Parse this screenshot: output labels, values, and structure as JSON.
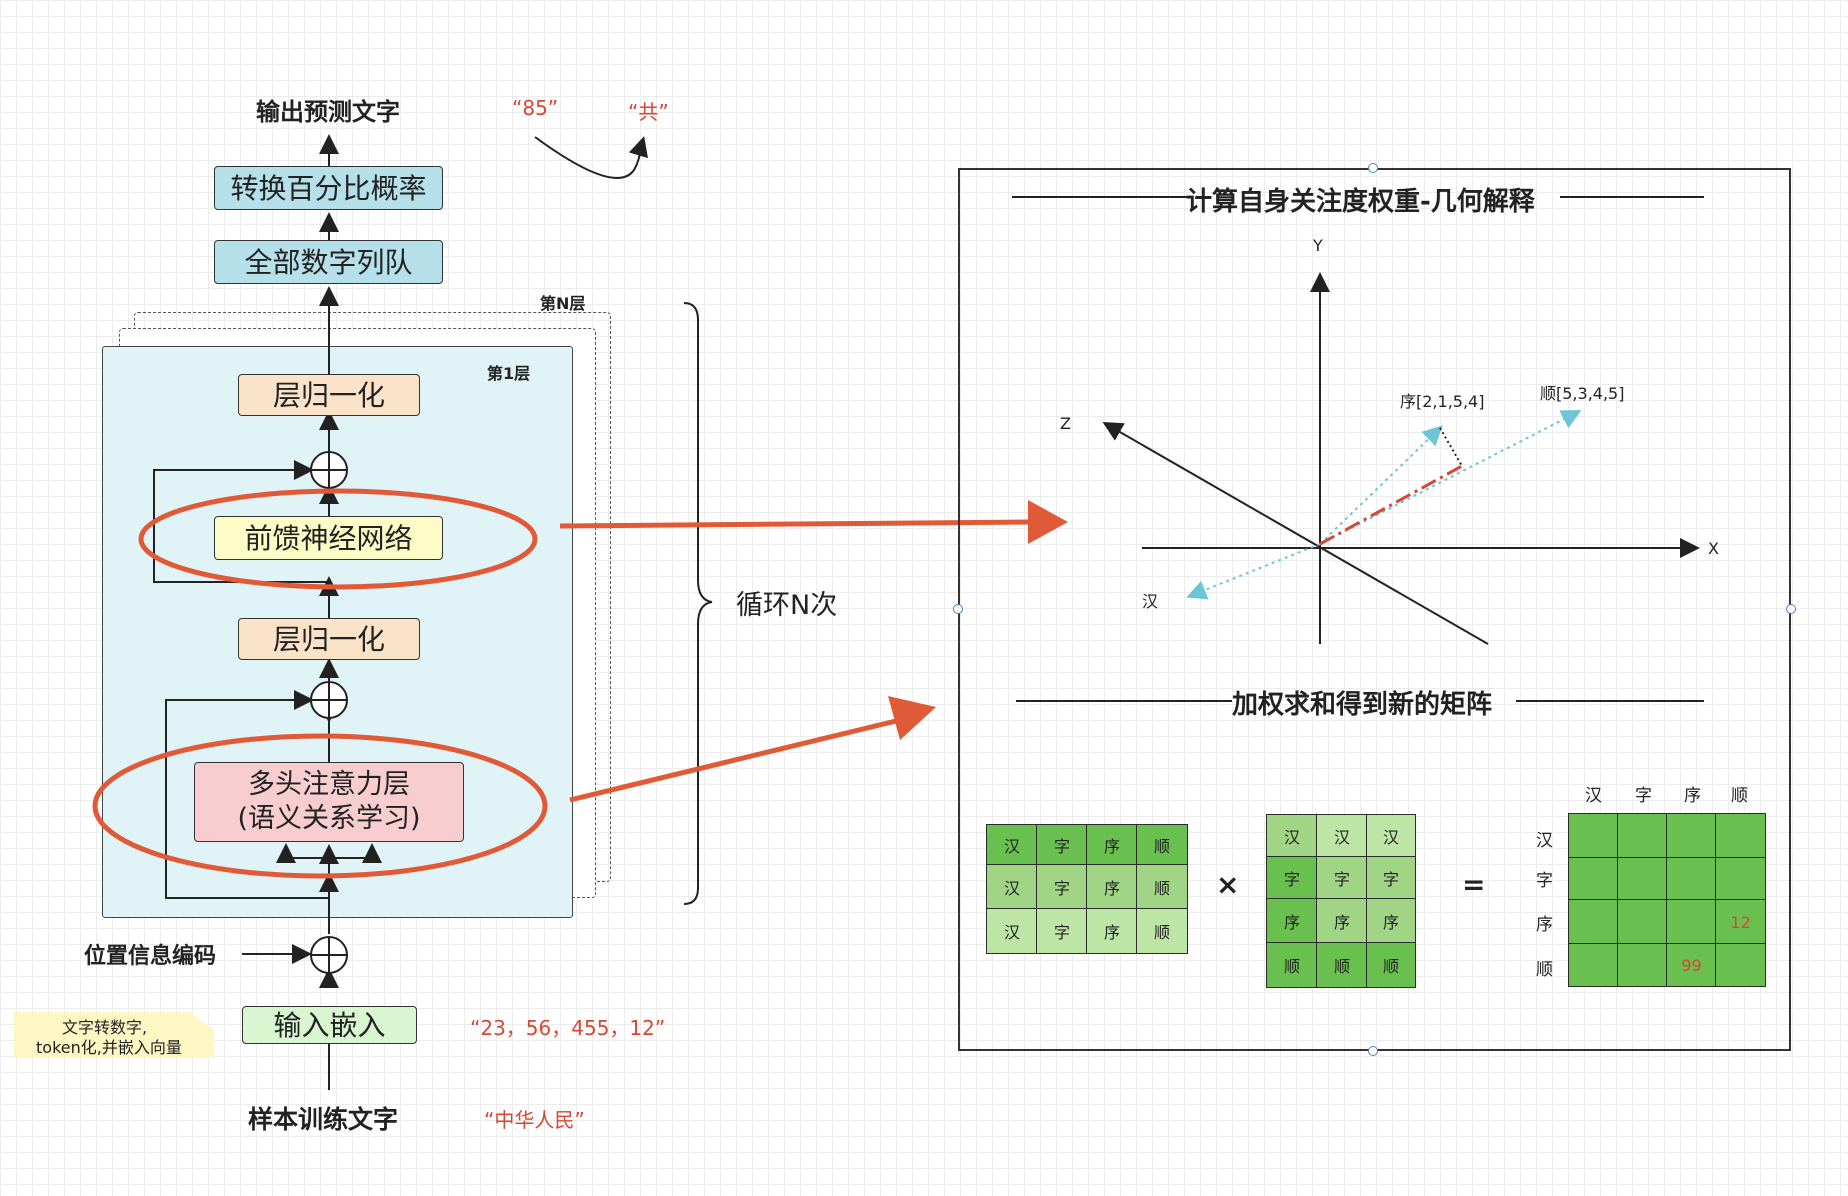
{
  "left": {
    "output_label": "输出预测文字",
    "output_tokens": [
      "“85”",
      "“共”"
    ],
    "prob_box": "转换百分比概率",
    "queue_box": "全部数字列队",
    "layer_n_label": "第N层",
    "layer_1_label": "第1层",
    "norm_top": "层归一化",
    "ffn": "前馈神经网络",
    "norm_mid": "层归一化",
    "mha_line1": "多头注意力层",
    "mha_line2": "(语义关系学习)",
    "loop_label": "循环N次",
    "pos_label": "位置信息编码",
    "embed_box": "输入嵌入",
    "note_line1": "文字转数字,",
    "note_line2": "token化,并嵌入向量",
    "embed_values": "“23，56，455，12”",
    "input_label": "样本训练文字",
    "input_value": "“中华人民”"
  },
  "right": {
    "title1": "计算自身关注度权重-几何解释",
    "axis_y": "Y",
    "axis_z": "Z",
    "axis_x": "X",
    "vec_xu": "序[2,1,5,4]",
    "vec_shun": "顺[5,3,4,5]",
    "vec_han": "汉",
    "title2": "加权求和得到新的矩阵",
    "m1": [
      [
        "汉",
        "字",
        "序",
        "顺"
      ],
      [
        "汉",
        "字",
        "序",
        "顺"
      ],
      [
        "汉",
        "字",
        "序",
        "顺"
      ]
    ],
    "m2": [
      [
        "汉",
        "汉",
        "汉"
      ],
      [
        "字",
        "字",
        "字"
      ],
      [
        "序",
        "序",
        "序"
      ],
      [
        "顺",
        "顺",
        "顺"
      ]
    ],
    "times": "×",
    "equals": "=",
    "result_cols": [
      "汉",
      "字",
      "序",
      "顺"
    ],
    "result_rows": [
      "汉",
      "字",
      "序",
      "顺"
    ],
    "result_values": [
      [
        "",
        "",
        "",
        ""
      ],
      [
        "",
        "",
        "",
        ""
      ],
      [
        "",
        "",
        "",
        "12"
      ],
      [
        "",
        "",
        "99",
        ""
      ]
    ]
  },
  "colors": {
    "red_arrow": "#e05a38",
    "cyan_box": "#b5e0ea",
    "layer_bg": "#e0f3f6",
    "matrix_dark": "#6ac04f",
    "matrix_light": "#bde5a6",
    "matrix_mid": "#9fd585"
  }
}
